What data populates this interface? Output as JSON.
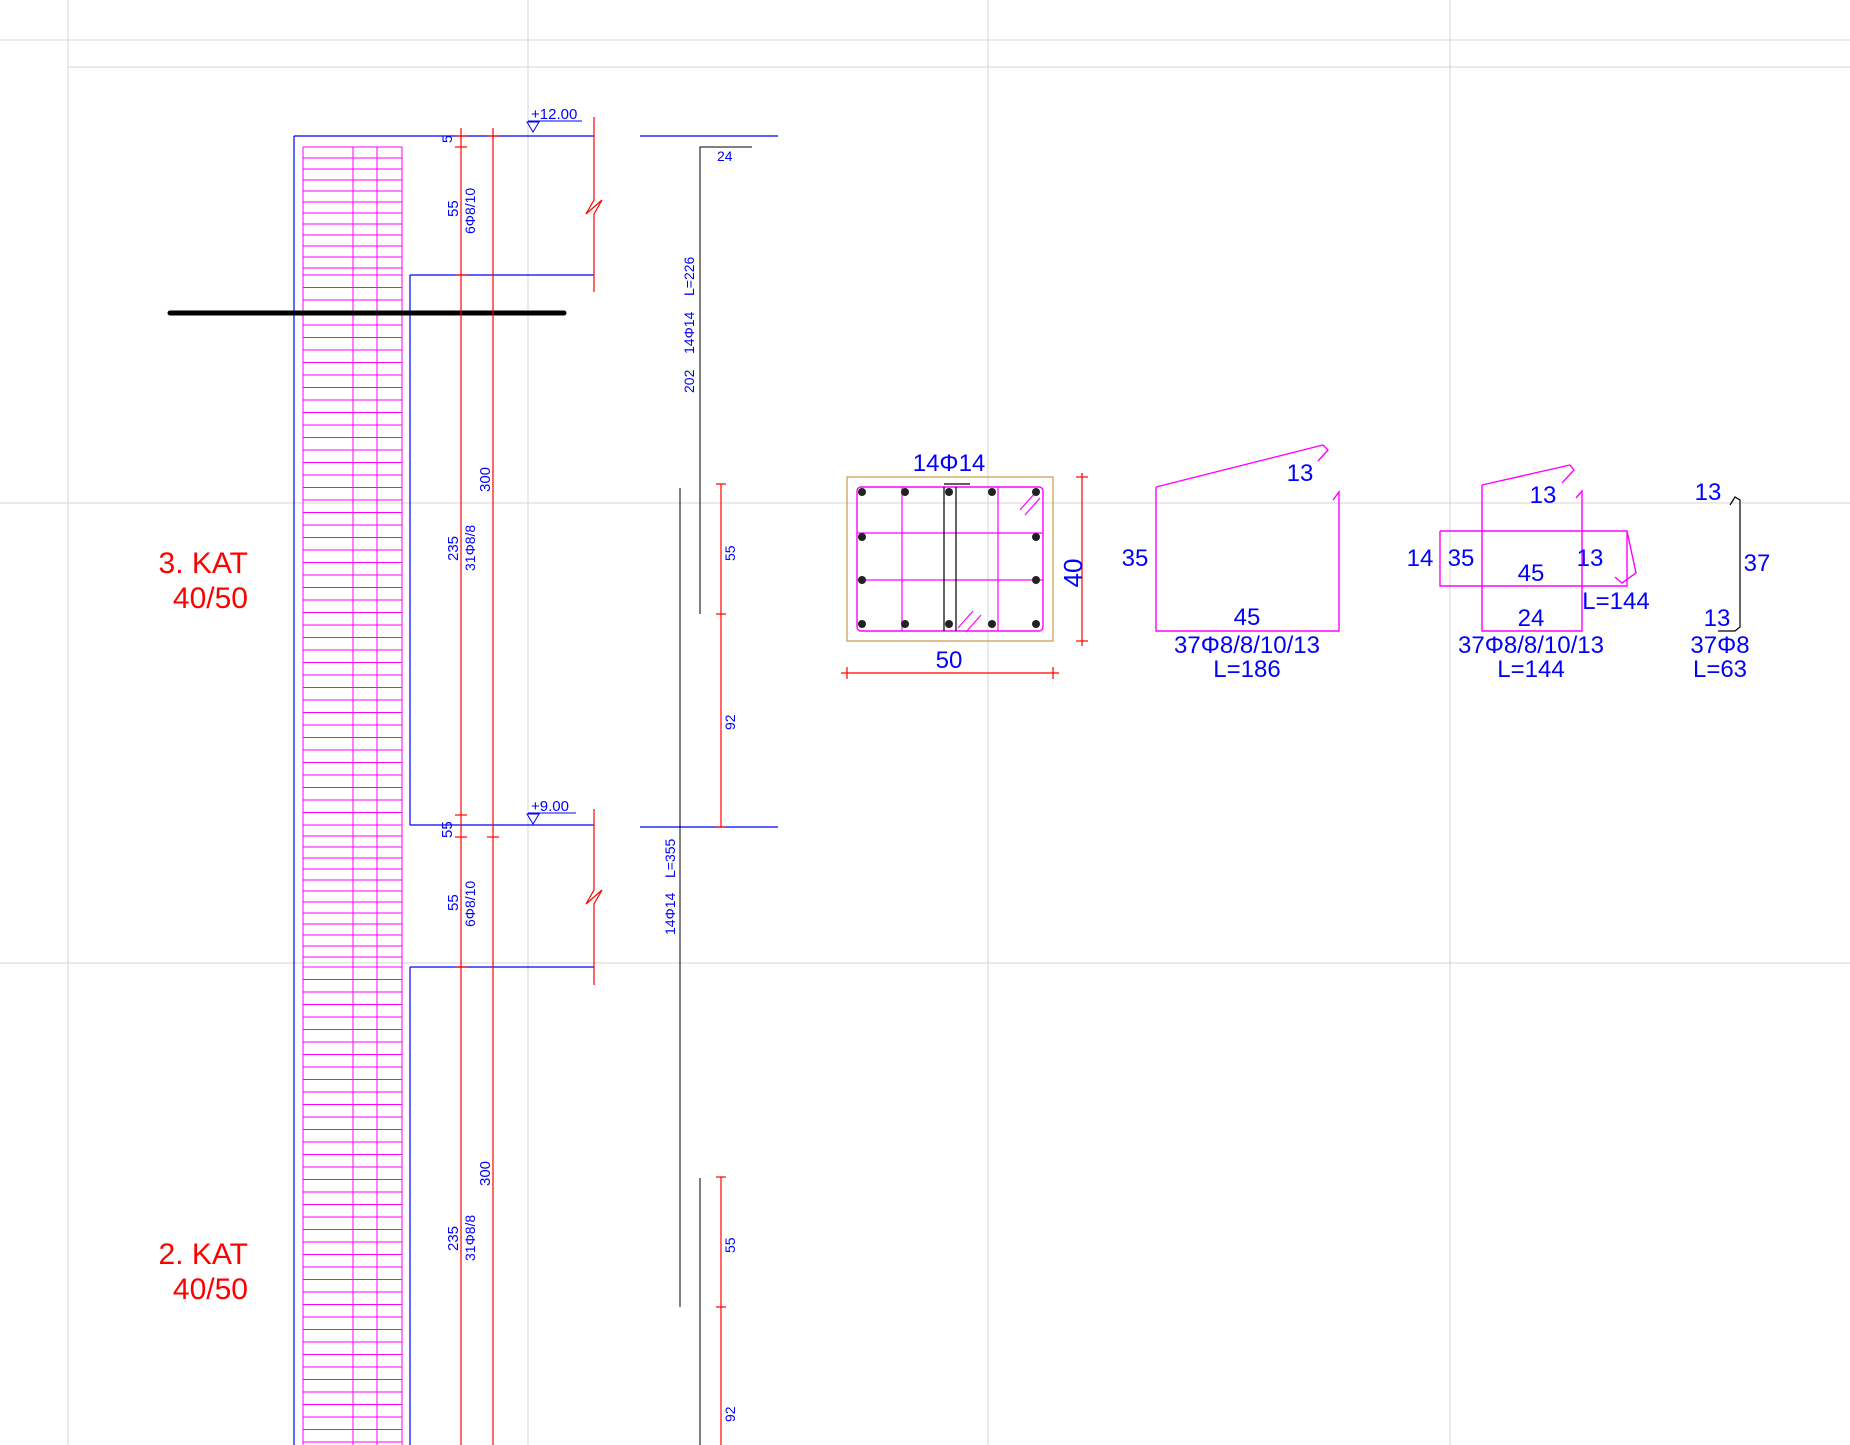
{
  "levels": {
    "upper": "+12.00",
    "lower": "+9.00"
  },
  "floors": [
    {
      "name": "3. KAT",
      "dims": "40/50"
    },
    {
      "name": "2. KAT",
      "dims": "40/50"
    }
  ],
  "dimensions": {
    "top_cover": "5",
    "dense_zone_a": "55",
    "dense_zone_stirrups_a": "6Φ8/10",
    "column_height_a": "300",
    "mid_zone_a": "235",
    "mid_stirrups_a": "31Φ8/8",
    "joint_a": "55",
    "dense_zone_b": "55",
    "dense_zone_stirrups_b": "6Φ8/10",
    "column_height_b": "300",
    "mid_zone_b": "235",
    "mid_stirrups_b": "31Φ8/8"
  },
  "long_bars": {
    "bar1_hook": "24",
    "bar1_straight": "202",
    "bar1_label": "14Φ14",
    "bar1_length": "L=226",
    "bar2_label": "14Φ14",
    "bar2_length": "L=355",
    "lap_a": "55",
    "gap_a": "92",
    "lap_b": "55",
    "gap_b": "92"
  },
  "section": {
    "bars": "14Φ14",
    "width": "50",
    "height": "40"
  },
  "stirrup1": {
    "side": "35",
    "bottom": "45",
    "hook": "13",
    "label": "37Φ8/8/10/13",
    "length": "L=186"
  },
  "stirrup2": {
    "side_left": "14",
    "side": "35",
    "middle": "45",
    "bottom": "24",
    "hook_top": "13",
    "hook_right": "13",
    "inner_length": "L=144",
    "label": "37Φ8/8/10/13",
    "length": "L=144"
  },
  "tie": {
    "hook_top": "13",
    "height": "37",
    "hook_bottom": "13",
    "label": "37Φ8",
    "length": "L=63"
  },
  "colors": {
    "grid": "#d4d4d4",
    "dim": "#0000ff",
    "rebar": "#ff00ff",
    "dimline": "#ff0000",
    "label": "#ff0000"
  }
}
